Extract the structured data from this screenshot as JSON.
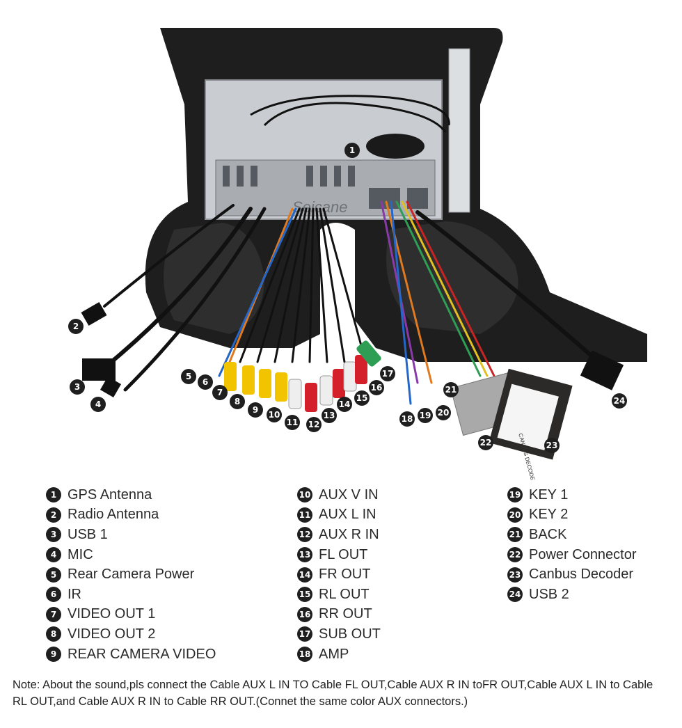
{
  "watermark": "Seicane",
  "decoder_label": "CANBUS DECODER",
  "colors": {
    "frame": "#1e1e1e",
    "chassis": "#c9ccd0",
    "rca_yellow": "#f2c400",
    "rca_white": "#eeeeee",
    "rca_red": "#d3202a",
    "rca_green": "#2f9e55",
    "connector_gray": "#a9a9a9",
    "marker": "#1f1f1f"
  },
  "legend": [
    {
      "num": "1",
      "label": "GPS Antenna"
    },
    {
      "num": "2",
      "label": "Radio Antenna"
    },
    {
      "num": "3",
      "label": "USB 1"
    },
    {
      "num": "4",
      "label": "MIC"
    },
    {
      "num": "5",
      "label": "Rear Camera Power"
    },
    {
      "num": "6",
      "label": "IR"
    },
    {
      "num": "7",
      "label": "VIDEO OUT 1"
    },
    {
      "num": "8",
      "label": "VIDEO OUT 2"
    },
    {
      "num": "9",
      "label": "REAR CAMERA VIDEO"
    },
    {
      "num": "10",
      "label": "AUX V IN"
    },
    {
      "num": "11",
      "label": "AUX L IN"
    },
    {
      "num": "12",
      "label": "AUX R IN"
    },
    {
      "num": "13",
      "label": "FL OUT"
    },
    {
      "num": "14",
      "label": "FR OUT"
    },
    {
      "num": "15",
      "label": "RL OUT"
    },
    {
      "num": "16",
      "label": "RR OUT"
    },
    {
      "num": "17",
      "label": "SUB OUT"
    },
    {
      "num": "18",
      "label": "AMP"
    },
    {
      "num": "19",
      "label": "KEY 1"
    },
    {
      "num": "20",
      "label": "KEY 2"
    },
    {
      "num": "21",
      "label": "BACK"
    },
    {
      "num": "22",
      "label": "Power Connector"
    },
    {
      "num": "23",
      "label": "Canbus Decoder"
    },
    {
      "num": "24",
      "label": "USB 2"
    }
  ],
  "note": "Note: About the sound,pls connect the Cable AUX L IN TO Cable FL OUT,Cable AUX R IN toFR OUT,Cable AUX L IN to Cable RL OUT,and Cable AUX R IN to Cable RR OUT.(Connet the same color AUX connectors.)"
}
